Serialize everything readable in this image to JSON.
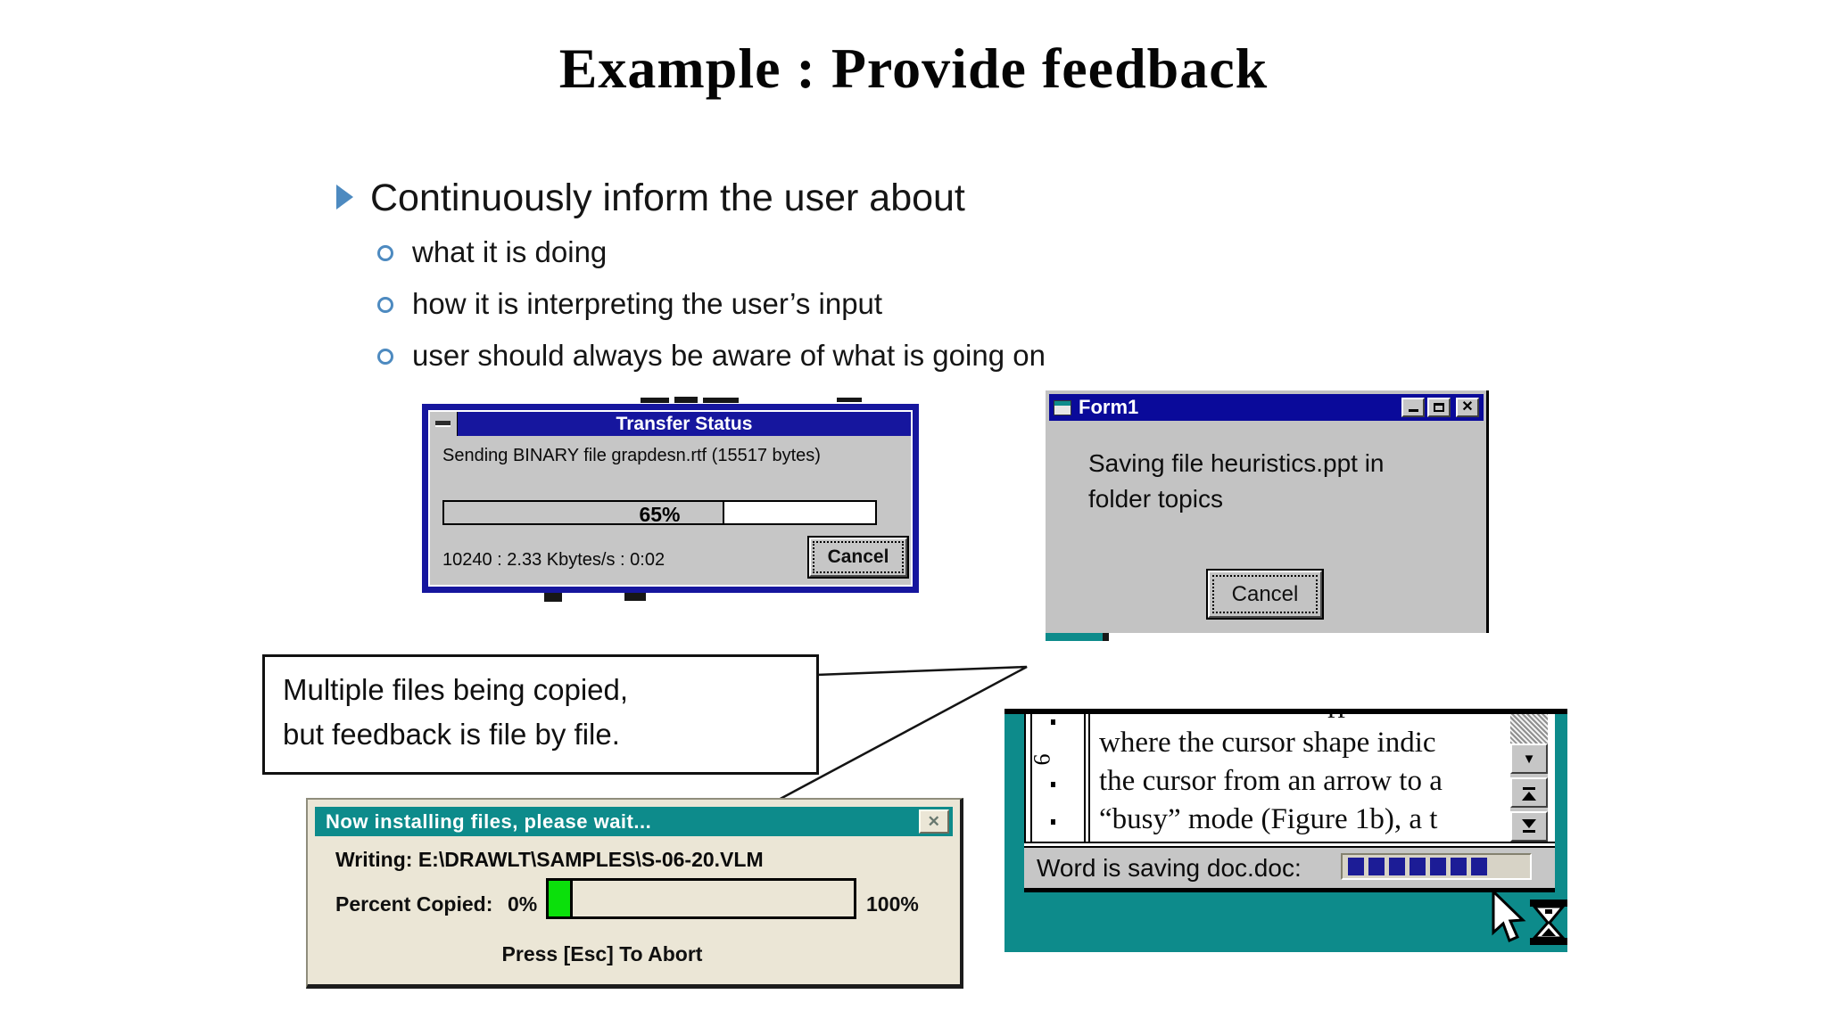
{
  "slide": {
    "title": "Example : Provide feedback"
  },
  "bullets": {
    "level1": "Continuously inform the user about",
    "sub": [
      "what it is doing",
      "how it is interpreting the user’s input",
      "user should always be aware of what is going on"
    ]
  },
  "callout": {
    "line1": "Multiple files being copied,",
    "line2": "but feedback is file by file."
  },
  "transfer_dialog": {
    "title": "Transfer Status",
    "message": "Sending BINARY file grapdesn.rtf (15517 bytes)",
    "progress_label": "65%",
    "progress_percent": 65,
    "stats": "10240 : 2.33 Kbytes/s : 0:02",
    "cancel_label": "Cancel"
  },
  "form1_dialog": {
    "title": "Form1",
    "message_line1": "Saving file heuristics.ppt in",
    "message_line2": "folder topics",
    "cancel_label": "Cancel"
  },
  "install_dialog": {
    "title": "Now installing files, please wait...",
    "writing_line": "Writing: E:\\DRAWLT\\SAMPLES\\S-06-20.VLM",
    "percent_label": "Percent Copied:",
    "start_label": "0%",
    "end_label": "100%",
    "progress_percent": 8,
    "abort_line": "Press [Esc] To Abort"
  },
  "word_window": {
    "ruler_number": "6",
    "doc_lines": [
      "where the cursor shape indic",
      "the cursor from an arrow to a",
      "“busy” mode (Figure 1b), a t"
    ],
    "top_fragment": "rr",
    "status_text": "Word is saving doc.doc:",
    "progress_blocks": 7
  },
  "icons": {
    "close_x": "✕",
    "scroll_down": "▼"
  },
  "colors": {
    "title_navy": "#16169e",
    "win_gray": "#c6c6c6",
    "teal": "#0d8b8b",
    "cream": "#ebe6d6",
    "green_fill": "#0be00b",
    "bullet_blue": "#4d8ac0",
    "block_navy": "#1c1c96"
  }
}
